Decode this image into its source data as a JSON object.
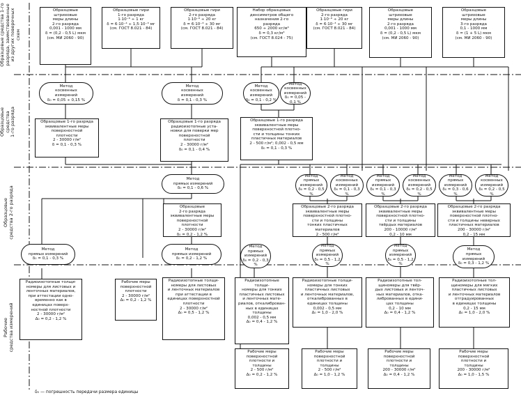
{
  "sections": [
    "Образцовые средства 1-го\nразряда, заимствованные\nиз других поверочных\nсхем",
    "Образцовые\nсредства\n1-го разряда",
    "Образцовые\nсредства 2-го разряда",
    "Рабочие\nсредства измерений"
  ],
  "top": [
    "Образцовые\nштриховые\nмеры длины\n2-го разряда\n0,001 - 1000 мм\nδ = (0,2 - 0,5 L) мкм\n(см. МИ 2060 - 90)",
    "Образцовые гири\n1-го разряда\n1·10⁻⁶ ÷ 1 кг\nδ = 6·10⁻⁴ ÷ 1,5·10⁻³ мг\n(см. ГОСТ 8.021 - 84)",
    "Образцовые гири\n2-го разряда\n1·10⁻⁶ ÷ 20 кг\nδ = 6·10⁻³ ÷ 30 мг\n(см. ГОСТ 8.021 - 84)",
    "Набор образцовых\nденсиметров общего\nназначения 2-го\nразряда\n650 ÷ 2000 кг/м³\nδ = 0,3 кг/м³\n(см. ГОСТ 8.024 - 75)",
    "Образцовые гири\n2-го разряда\n1·10⁻⁶ ÷ 20 кг\nδ = 6·10⁻³ ÷ 30 мг\n(см. ГОСТ 8.021 - 84)",
    "Образцовые\nштриховые\nмеры длины\n2-го разряда\n0,001 - 1000 мм\nδ = (0,2 - 0,5 L) мкм\n(см. МИ 2060 - 90)",
    "Образцовые\nштриховые\nмеры длины\n3-го разряда\n0,1 - 1000 мм\nδ = (1 + 5 L) мкм\n(см. МИ 2060 - 90)"
  ],
  "m1": [
    "Метод\nкосвенных\nизмерений\nδ₀ = 0,05 ÷ 0,15 %",
    "Метод\nкосвенных\nизмерений\nδ = 0,1 - 0,3 %",
    "Метод\nкосвенных\nизмерений\nδ₀ = 0,1 - 0,2 %",
    "Метод\nкосвенных\nизмерений\nδ₀ = 0,05 - 0,1 %"
  ],
  "e1": [
    "Образцовые 1-го разряда\nэквивалентные меры\nповерхностной\nплотности\n2 - 30000 г/м²\nδ = 0,1 - 0,3 %",
    "Образцовые 1-го разряда\nрадиоизотопные уста-\nновки для поверки мер\nповерхностной\nплотности\n2 - 30000 г/м²\nδ₀ = 0,1 - 0,4 %",
    "Образцовые 1-го разряда\nэквивалентные меры\nповерхностной плотно-\nсти и толщины тонких\nпластичных материалов\n2 - 500 г/м²; 0,002 - 0,5 мм\nδ₀ = 0,1 - 0,3 %"
  ],
  "m2": [
    "Метод\nпрямых  измерений\nδ₀ = 0,1 - 0,6 %",
    "Метод\nпрямых\nизмерений\nδ₀ = 0,2 - 0,5 %",
    "Метод\nкосвенных\nизмерений\nδ₀ = 0,1 - 0,3 %",
    "Метод\nпрямых\nизмерений\nδ₀ = 0,1 - 0,3 %",
    "Метод\nкосвенных\nизмерений\nδ₀ = 0,2 - 0,5 %",
    "Метод\nпрямых\nизмерений\nδ₀ = 0,3 - 0,6 %",
    "Метод\nкосвенных\nизмерений\nδ₀ = 0,2 - 0,5 %"
  ],
  "e2": [
    "Образцовые\n2-го разряда\nэквивалентные меры\nповерхностной\nплотности\n2 - 30000 г/м²\nδ₀ = 0,2 - 1,2 %",
    "Образцовые 2-го разряда\nэквивалентные меры\nповерхностной плотно-\nсти и толщины\nтонких пластичных\nматериалов\n2 - 500 г/м²\n0,002 - 0,5 мм\nδ₀ = 0,2 - 1,2 %",
    "Образцовые 2-го разряда\nэквивалентные меры\nповерхностной плотно-\nсти и толщины\nтвёрдых материалов\n200 - 10000 г/м²\n0,2 - 10 мм\nδ₀ = 0,4 - 1,2 %",
    "Образцовые 2-го разряда\nэквивалентные меры\nповерхностной плотно-\nсти и толщины неверных\nпластичных материалов\n200 - 30000 г/м²\n0,2 - 15 мм\nδ₀ = 0,3 - 1,2 %"
  ],
  "m3": [
    "Метод\nпрямых измерений\nδ₀ = 0,1 - 0,3 %",
    "Метод\nпрямых измерений\nδ₀ = 0,2 - 1,2 %",
    "Метод\nпрямых\nизмерений\nδ₀ = 0,2 - 0,3 %",
    "Метод\nпрямых\nизмерений\nδ₀ = 0,5 - 1,2 %",
    "Метод\nпрямых\nизмерений\nδ₀ = 0,5 - 1,2 %",
    "Метод\nпрямых\nизмерений\nδ₀ = 0,3 - 1,2 %"
  ],
  "w": [
    "Радиоизотопные толщи-\nномеры для листовых и\nленточных материалов,\nпри аттестации одно-\nвременно как в\nединицах поверх-\nностной плотности\n2 - 30000 г/м²\nΔ₀ = 0,2 - 1,2 %",
    "Рабочие меры\nповерхностной\nплотности\n2 - 30000 г/м²\nΔ₀ = 0,2 - 1,2 %",
    "Радиоизотопные толщи-\nномеры для листовых\nи ленточных материалов\nпри аттестации в\nединицах поверхностной\nплотности\n2 - 30000 г/м²\nΔ₀ = 0,5 - 1,2 %",
    "Радиоизотопные толщи-\nномеры для тонких\nпластичных листовых\nи ленточных мате-\nриалов, откалиброван-\nных в единицах\nтолщины\n0,002 - 0,5 мм\nΔ₀ = 0,4 - 1,2 %",
    "Радиоизотопные толщи-\nномеры для тонких\nпластичных листовых\nи ленточных материалов,\nоткалиброванных в\nединицах толщины\n0,002 - 0,5 мм\nΔ₀ = 1,0 - 2,0 %",
    "Радиоизотопные тол-\nщиномеры для твёр-\nдых листовых и ленточ-\nных материалов, отка-\nлиброванных в едини-\nцах толщины\n0,2 - 10 мм\nΔ₀ = 0,4 - 1,2 %",
    "Радиоизотопные тол-\nщиномеры для мягких\nпластичных листовых\nи ленточных материалов\nотградуированных\nв единицах толщины\n0,2 - 15 мм\nΔ₀ = 1,0 - 2,0 %"
  ],
  "b": [
    "Рабочие меры\nповерхностной\nплотности и\nтолщины\n2 - 500 г/м²\nΔ₀ = 0,2 - 1,2 %",
    "Рабочие меры\nповерхностной\nплотности и\nтолщины\n2 - 500 г/м²\nΔ₀ = 1,0 - 1,2 %",
    "Рабочие меры\nповерхностной\nплотности и\nтолщины\n200 - 30000 г/м²\nΔ₀ = 0,4 - 1,2 %",
    "Рабочие меры\nповерхностной\nплотности и\nтолщины\n200 - 30000 г/м²\nΔ₀ = 1,0 - 1,5 %"
  ],
  "footnote": "δ₀ — погрешность передачи размера единицы"
}
